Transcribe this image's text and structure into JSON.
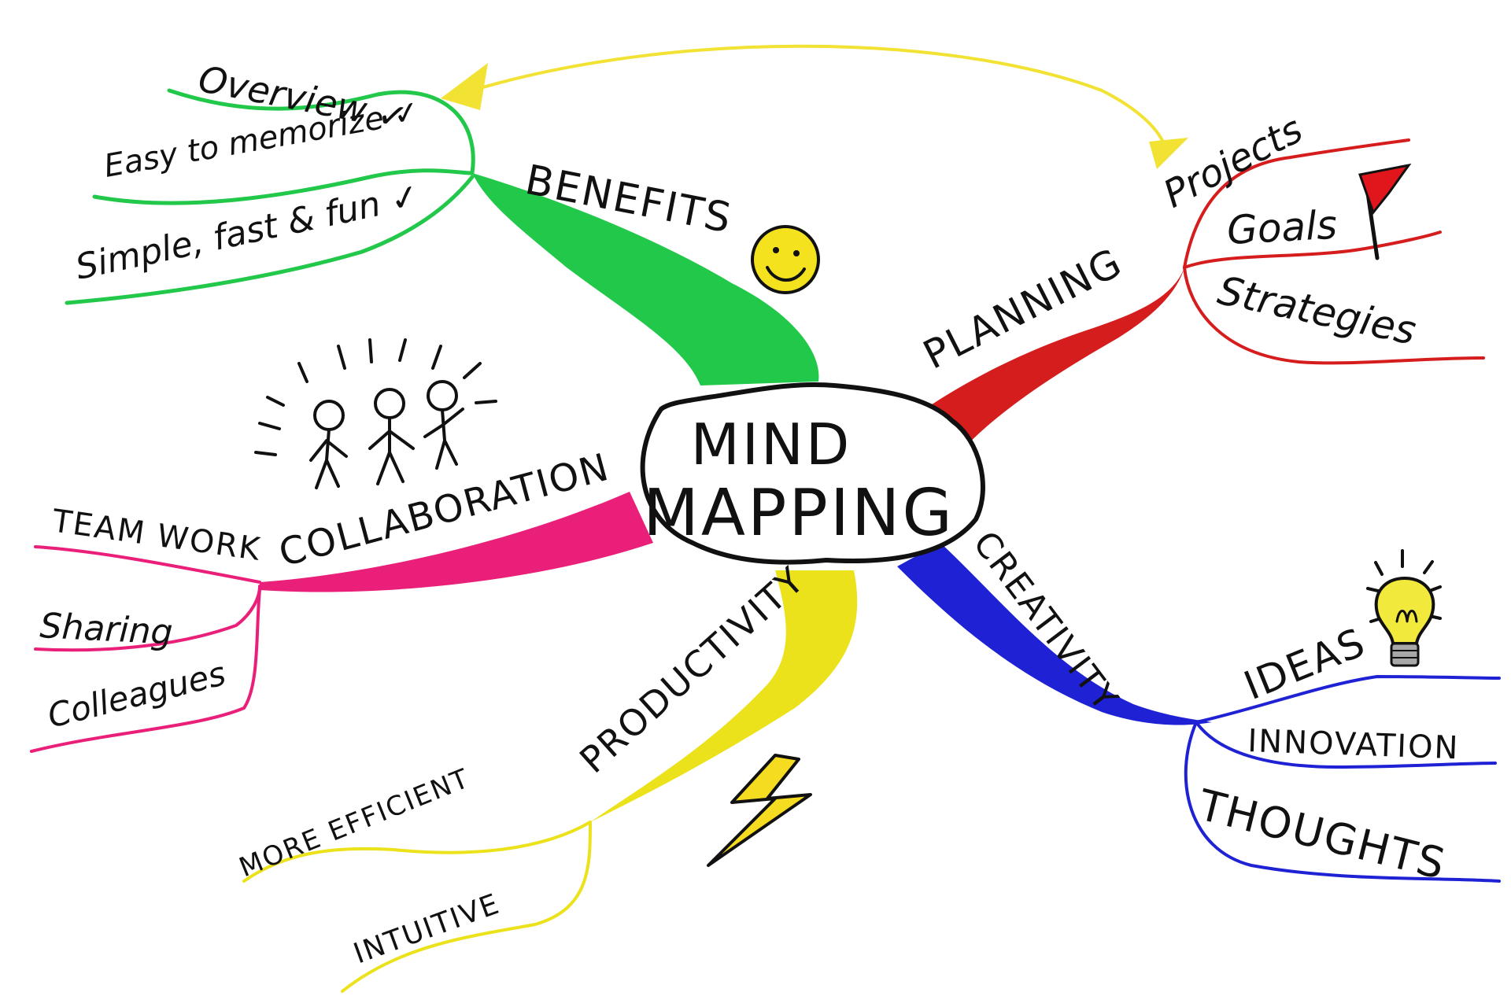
{
  "center": {
    "line1": "MIND",
    "line2": "MAPPING"
  },
  "colors": {
    "benefits": "#22c84a",
    "planning": "#d61d1d",
    "collaboration": "#ea1f7a",
    "productivity": "#ece21c",
    "creativity": "#1e22d4",
    "link_arrow": "#f1e234"
  },
  "branches": {
    "benefits": {
      "label": "BENEFITS",
      "icon": "smiley-face-icon",
      "items": [
        "Overview ✓",
        "Easy to memorize ✓",
        "Simple, fast & fun ✓"
      ]
    },
    "planning": {
      "label": "PLANNING",
      "icon": "red-flag-icon",
      "items": [
        "Projects",
        "Goals",
        "Strategies"
      ]
    },
    "collaboration": {
      "label": "COLLABORATION",
      "icon": "stick-figures-icon",
      "items": [
        "TEAM WORK",
        "Sharing",
        "Colleagues"
      ]
    },
    "productivity": {
      "label": "PRODUCTIVITY",
      "icon": "lightning-bolt-icon",
      "items": [
        "MORE EFFICIENT",
        "INTUITIVE"
      ]
    },
    "creativity": {
      "label": "CREATIVITY",
      "icon": "light-bulb-icon",
      "items": [
        "IDEAS",
        "INNOVATION",
        "THOUGHTS"
      ]
    }
  }
}
